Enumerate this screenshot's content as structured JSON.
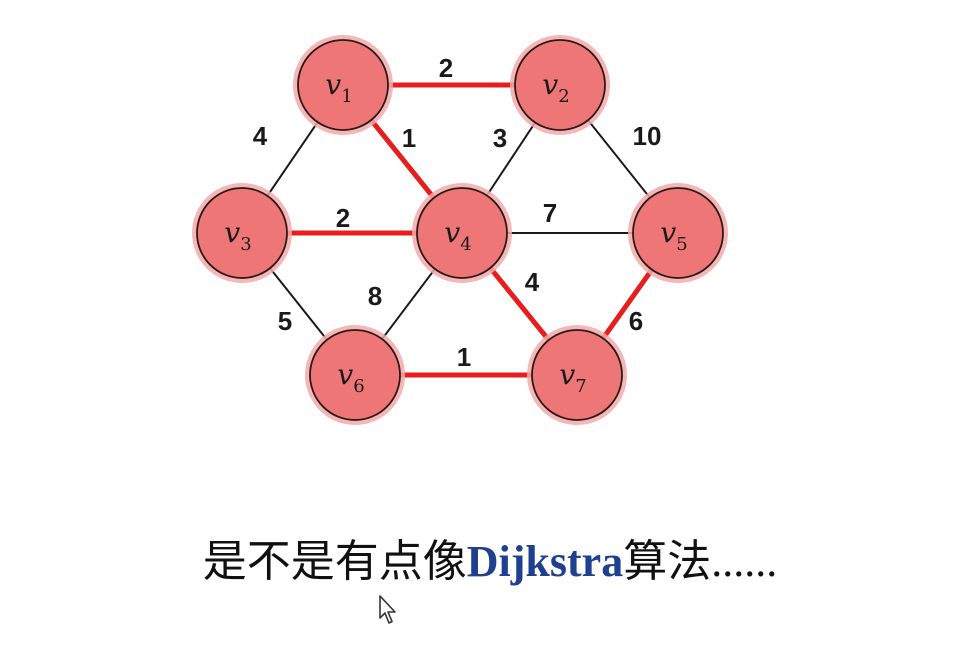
{
  "graph": {
    "nodes": [
      {
        "id": "v1",
        "letter": "v",
        "sub": "1"
      },
      {
        "id": "v2",
        "letter": "v",
        "sub": "2"
      },
      {
        "id": "v3",
        "letter": "v",
        "sub": "3"
      },
      {
        "id": "v4",
        "letter": "v",
        "sub": "4"
      },
      {
        "id": "v5",
        "letter": "v",
        "sub": "5"
      },
      {
        "id": "v6",
        "letter": "v",
        "sub": "6"
      },
      {
        "id": "v7",
        "letter": "v",
        "sub": "7"
      }
    ],
    "edges": [
      {
        "from": "v1",
        "to": "v2",
        "weight": "2",
        "highlighted": true
      },
      {
        "from": "v1",
        "to": "v3",
        "weight": "4",
        "highlighted": false
      },
      {
        "from": "v1",
        "to": "v4",
        "weight": "1",
        "highlighted": true
      },
      {
        "from": "v2",
        "to": "v4",
        "weight": "3",
        "highlighted": false
      },
      {
        "from": "v2",
        "to": "v5",
        "weight": "10",
        "highlighted": false
      },
      {
        "from": "v3",
        "to": "v4",
        "weight": "2",
        "highlighted": true
      },
      {
        "from": "v3",
        "to": "v6",
        "weight": "5",
        "highlighted": false
      },
      {
        "from": "v4",
        "to": "v5",
        "weight": "7",
        "highlighted": false
      },
      {
        "from": "v4",
        "to": "v6",
        "weight": "8",
        "highlighted": false
      },
      {
        "from": "v4",
        "to": "v7",
        "weight": "4",
        "highlighted": true
      },
      {
        "from": "v5",
        "to": "v7",
        "weight": "6",
        "highlighted": true
      },
      {
        "from": "v6",
        "to": "v7",
        "weight": "1",
        "highlighted": true
      }
    ],
    "colors": {
      "node_fill": "#ee7676",
      "node_halo": "#f4a9a9",
      "highlight_edge": "#e61e1e",
      "normal_edge": "#1a1a1a"
    }
  },
  "caption": {
    "prefix": "是不是有点像",
    "highlight": "Dijkstra",
    "suffix": "算法",
    "trail": "......"
  },
  "cursor_icon": "mouse-pointer-icon"
}
